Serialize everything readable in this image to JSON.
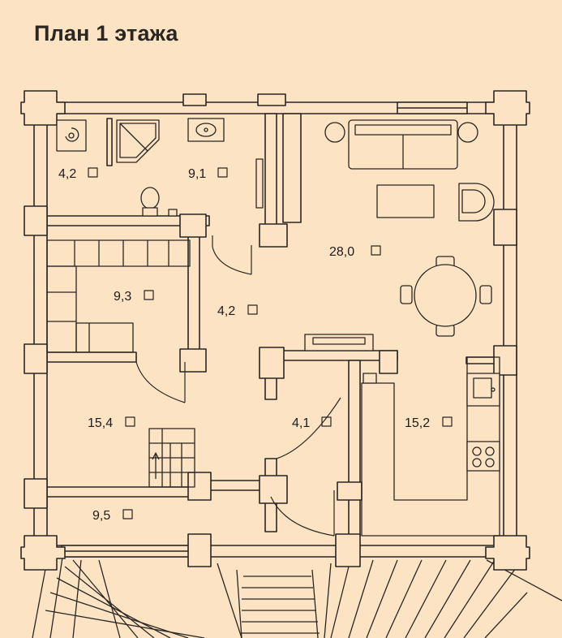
{
  "title": "План 1 этажа",
  "colors": {
    "background": "#fbe3c4",
    "wall_fill": "#fbe3c4",
    "line": "#2a2622"
  },
  "rooms": [
    {
      "id": "bathroom",
      "area": "4,2"
    },
    {
      "id": "washroom",
      "area": "9,1"
    },
    {
      "id": "living-room",
      "area": "28,0"
    },
    {
      "id": "sauna",
      "area": "9,3"
    },
    {
      "id": "hall",
      "area": "4,2"
    },
    {
      "id": "bedroom",
      "area": "15,4"
    },
    {
      "id": "corridor",
      "area": "4,1"
    },
    {
      "id": "kitchen",
      "area": "15,2"
    },
    {
      "id": "veranda",
      "area": "9,5"
    }
  ]
}
